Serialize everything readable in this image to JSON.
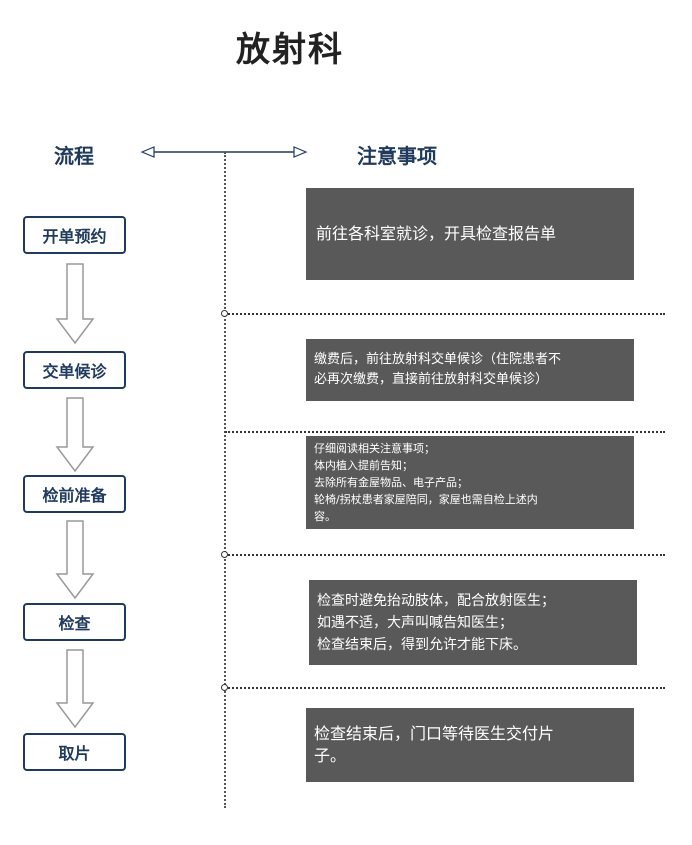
{
  "title": "放射科",
  "headers": {
    "left": "流程",
    "right": "注意事项"
  },
  "steps": [
    {
      "label": "开单预约"
    },
    {
      "label": "交单候诊"
    },
    {
      "label": "检前准备"
    },
    {
      "label": "检查"
    },
    {
      "label": "取片"
    }
  ],
  "notes": [
    {
      "text": "前往各科室就诊，开具检查报告单"
    },
    {
      "text": "缴费后，前往放射科交单候诊（住院患者不\n必再次缴费，直接前往放射科交单候诊）"
    },
    {
      "text": "仔细阅读相关注意事项；\n体内植入提前告知；\n去除所有金屋物品、电子产品；\n轮椅/拐杖患者家屋陪同，家屋也需自检上述内\n容。"
    },
    {
      "text": "检查时避免抬动肢体，配合放射医生；\n如遇不适，大声叫喊告知医生；\n检查结束后，得到允许才能下床。"
    },
    {
      "text": "检查结束后，门口等待医生交付片\n子。"
    }
  ],
  "colors": {
    "step_border": "#1f3a5c",
    "note_bg": "#595959",
    "arrow_fill": "#ffffff",
    "arrow_stroke": "#999999"
  }
}
